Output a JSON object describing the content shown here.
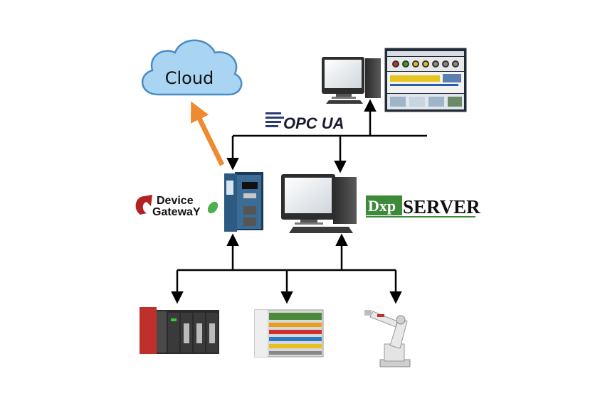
{
  "cloud": {
    "label": "Cloud"
  },
  "protocol": {
    "label": "OPC UA"
  },
  "gateway": {
    "line1": "Device",
    "line2": "GatewaY"
  },
  "dxp": {
    "prefix": "Dxp",
    "suffix": "SERVER"
  },
  "colors": {
    "cloud_fill": "#a9d4f2",
    "cloud_stroke": "#4a8cc4",
    "arrow_to_cloud": "#ee8a30",
    "lines": "#000000",
    "gateway_body": "#2c5a82",
    "dxp_green": "#3d8a3a",
    "gateway_logo_red": "#b22222",
    "gateway_leaf_green": "#4caf50"
  },
  "icons": [
    "cloud-icon",
    "desktop-computer-icon",
    "hmi-screen-icon",
    "device-gateway-hardware-icon",
    "plc-rack-icon",
    "io-module-icon",
    "industrial-robot-icon",
    "opc-logo-icon",
    "gateway-logo-icon"
  ]
}
